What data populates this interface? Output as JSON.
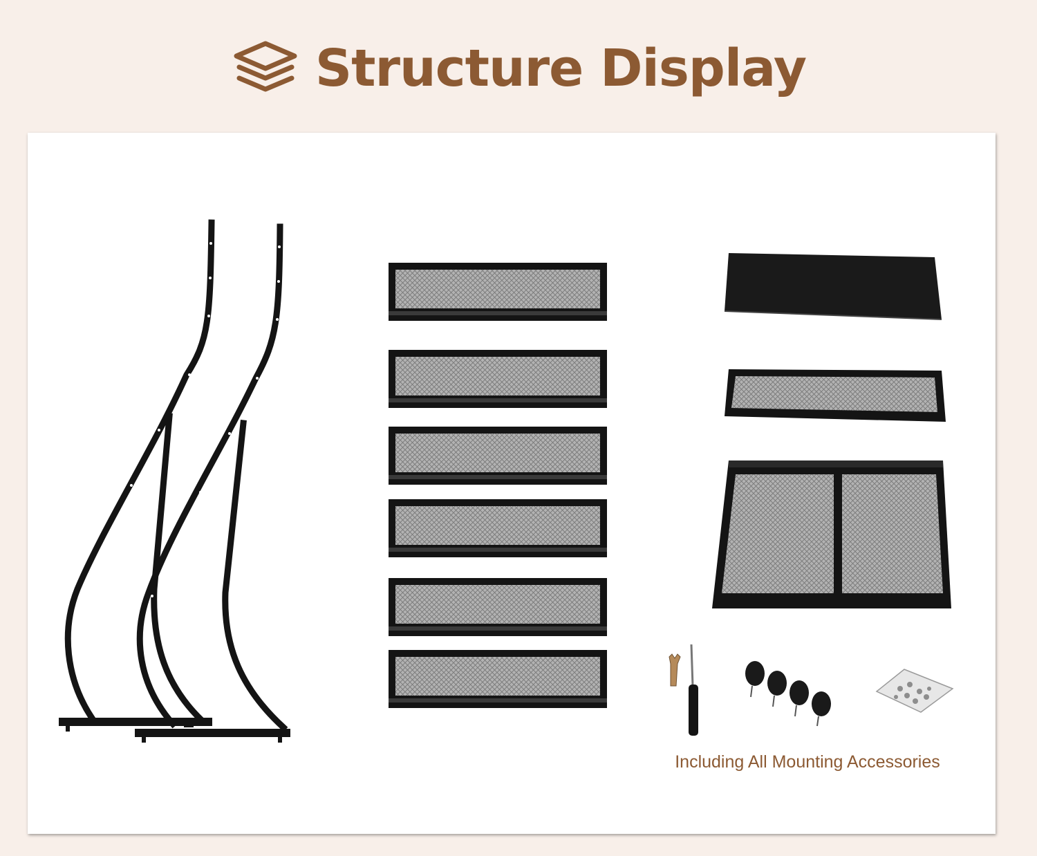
{
  "header": {
    "title": "Structure Display",
    "icon": "layers-icon",
    "accent_color": "#8c5a33"
  },
  "panel": {
    "accessories_caption": "Including All Mounting Accessories"
  },
  "parts": {
    "frame_legs": "curved-side-frame",
    "mesh_shelf_count": 6,
    "right_items": [
      "solid-top-panel",
      "mesh-tray",
      "double-mesh-base"
    ],
    "accessories": [
      "wrench-icon",
      "screwdriver-icon",
      "caster-wheels",
      "screw-bag"
    ]
  },
  "colors": {
    "background": "#f8efe9",
    "frame": "#141414",
    "mesh": "#a8a8a8"
  }
}
